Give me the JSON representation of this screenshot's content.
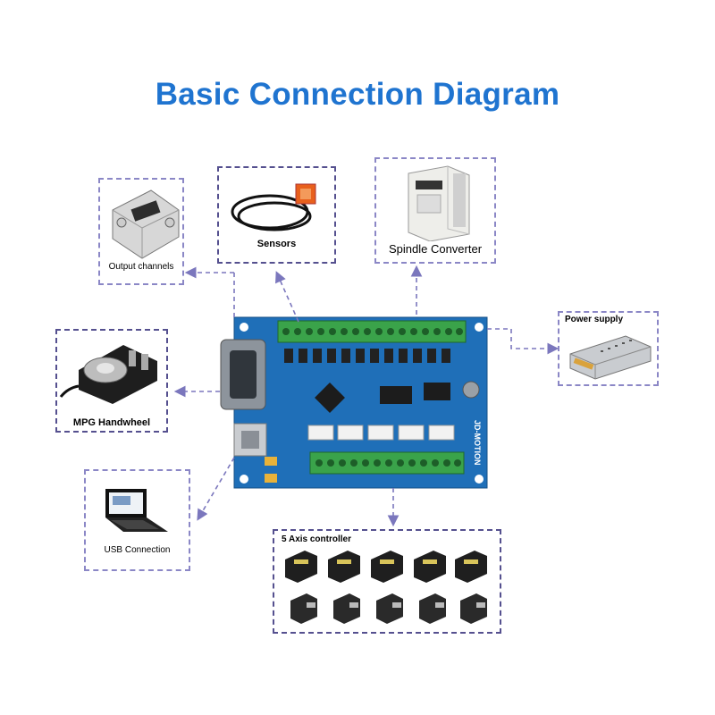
{
  "title": "Basic Connection Diagram",
  "components": {
    "output_channels": "Output channels",
    "sensors": "Sensors",
    "spindle_converter": "Spindle Converter",
    "power_supply": "Power supply",
    "mpg_handwheel": "MPG Handwheel",
    "usb_connection": "USB Connection",
    "axis_controller": "5 Axis controller"
  },
  "board": {
    "label": "JD-MOTION"
  },
  "colors": {
    "title": "#1f74d0",
    "board": "#1f6fb8",
    "terminal": "#3aa34a",
    "dash": "#8b87c6"
  }
}
